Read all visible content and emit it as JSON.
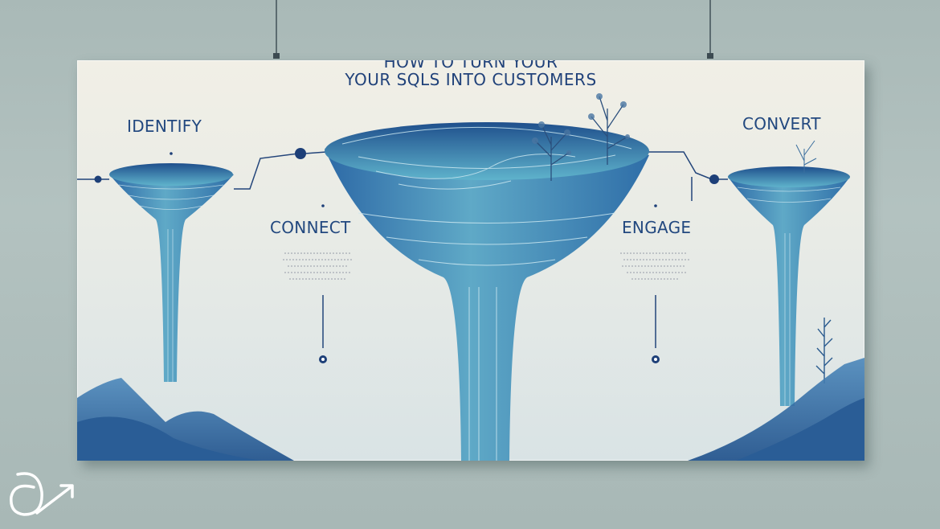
{
  "title": {
    "line1": "How to turn your",
    "line2": "your SQLs into customers"
  },
  "stages": [
    {
      "label": "Identify"
    },
    {
      "label": "Connect"
    },
    {
      "label": "Engage"
    },
    {
      "label": "Convert"
    }
  ],
  "icons": {
    "logo": "circle-arrow-logo-icon",
    "plants": "tree-icon"
  },
  "colors": {
    "wall": "#aebcba",
    "canvas": "#eeeee6",
    "funnel_dark": "#2f6ea8",
    "funnel_light": "#6cb7cc",
    "text": "#22487f",
    "logo": "#ffffff"
  }
}
